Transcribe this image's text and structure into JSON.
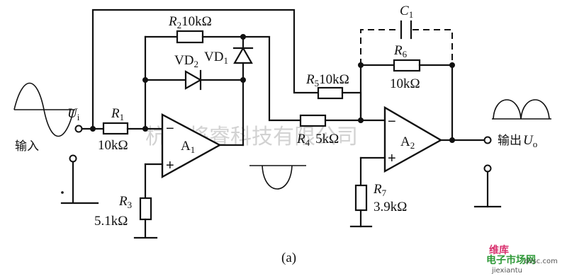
{
  "labels": {
    "ui": "U",
    "ui_sub": "i",
    "input_cn": "输入",
    "output_cn": "输出",
    "uo": "U",
    "uo_sub": "o",
    "r1": "R",
    "r1_sub": "1",
    "r1_val": "10kΩ",
    "r2": "R",
    "r2_sub": "2",
    "r2_val": "10kΩ",
    "r3": "R",
    "r3_sub": "3",
    "r3_val": "5.1kΩ",
    "r4": "R",
    "r4_sub": "4",
    "r4_val": "5kΩ",
    "r5": "R",
    "r5_sub": "5",
    "r5_val": "10kΩ",
    "r6": "R",
    "r6_sub": "6",
    "r6_val": "10kΩ",
    "r7": "R",
    "r7_sub": "7",
    "r7_val": "3.9kΩ",
    "c1": "C",
    "c1_sub": "1",
    "vd1": "VD",
    "vd1_sub": "1",
    "vd2": "VD",
    "vd2_sub": "2",
    "a1": "A",
    "a1_sub": "1",
    "a2": "A",
    "a2_sub": "2",
    "minus": "−",
    "plus": "+",
    "caption": "(a)"
  },
  "watermark": {
    "text": "杭州将睿科技有限公司",
    "logo_line1": "维库",
    "logo_line2": "电子市场网",
    "logo_line3": "dzsc.com",
    "logo_line4": "jiexiantu"
  },
  "colors": {
    "line": "#111111",
    "watermark": "#c4c4c4",
    "logo_pink": "#d9326f",
    "logo_green": "#2f9a38"
  }
}
